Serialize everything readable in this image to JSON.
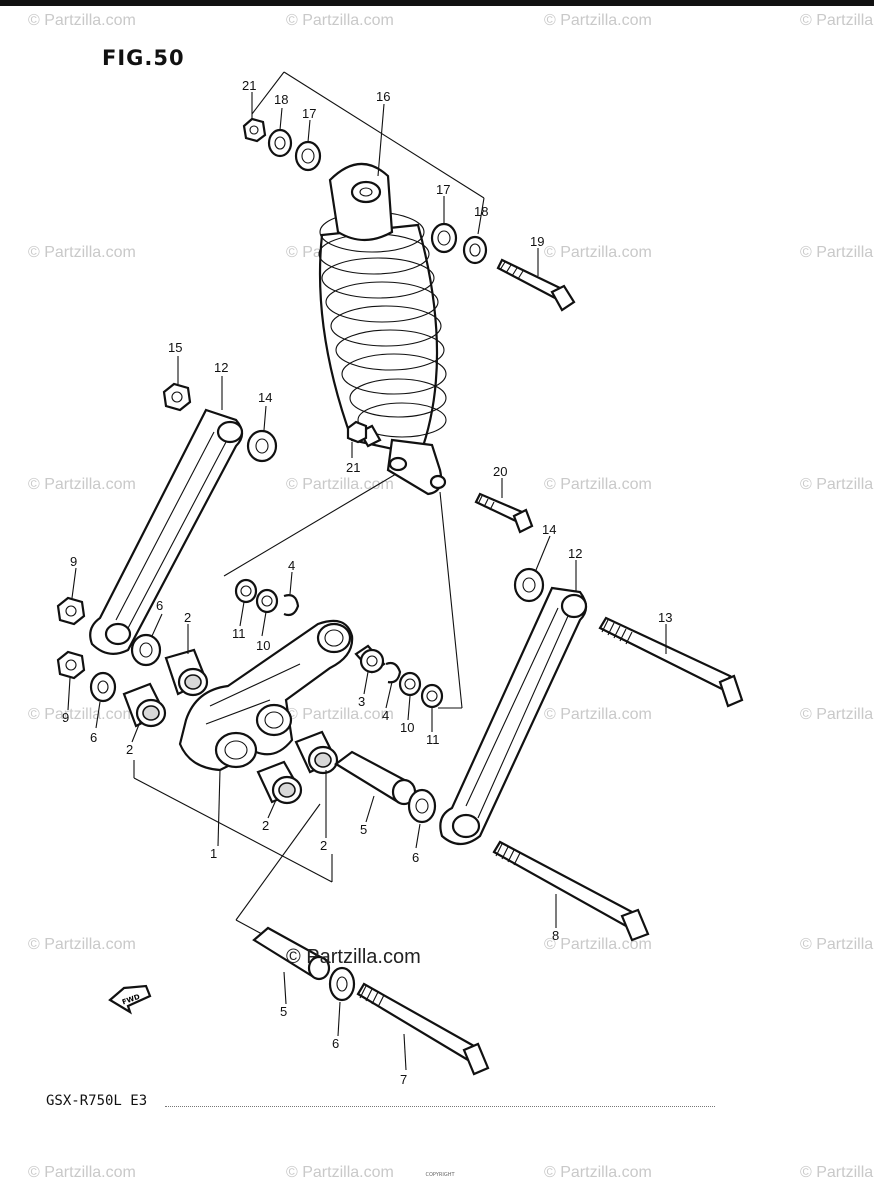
{
  "figure": {
    "title": "FIG.50"
  },
  "model_code": "GSX-R750L  E3",
  "footer_note": "COPYRIGHT",
  "watermark": {
    "text": "© Partzilla.com",
    "main_text": "© Partzilla.com"
  },
  "fwd_label": "FWD",
  "callouts": [
    {
      "id": "c21a",
      "text": "21"
    },
    {
      "id": "c18a",
      "text": "18"
    },
    {
      "id": "c17a",
      "text": "17"
    },
    {
      "id": "c16",
      "text": "16"
    },
    {
      "id": "c17b",
      "text": "17"
    },
    {
      "id": "c18b",
      "text": "18"
    },
    {
      "id": "c19",
      "text": "19"
    },
    {
      "id": "c15",
      "text": "15"
    },
    {
      "id": "c12a",
      "text": "12"
    },
    {
      "id": "c14a",
      "text": "14"
    },
    {
      "id": "c21b",
      "text": "21"
    },
    {
      "id": "c20",
      "text": "20"
    },
    {
      "id": "c14b",
      "text": "14"
    },
    {
      "id": "c12b",
      "text": "12"
    },
    {
      "id": "c9a",
      "text": "9"
    },
    {
      "id": "c4a",
      "text": "4"
    },
    {
      "id": "c6a",
      "text": "6"
    },
    {
      "id": "c2a",
      "text": "2"
    },
    {
      "id": "c11a",
      "text": "11"
    },
    {
      "id": "c10a",
      "text": "10"
    },
    {
      "id": "c13",
      "text": "13"
    },
    {
      "id": "c9b",
      "text": "9"
    },
    {
      "id": "c3",
      "text": "3"
    },
    {
      "id": "c4b",
      "text": "4"
    },
    {
      "id": "c10b",
      "text": "10"
    },
    {
      "id": "c11b",
      "text": "11"
    },
    {
      "id": "c6b",
      "text": "6"
    },
    {
      "id": "c2b",
      "text": "2"
    },
    {
      "id": "c1",
      "text": "1"
    },
    {
      "id": "c2c",
      "text": "2"
    },
    {
      "id": "c5a",
      "text": "5"
    },
    {
      "id": "c2d",
      "text": "2"
    },
    {
      "id": "c6c",
      "text": "6"
    },
    {
      "id": "c8",
      "text": "8"
    },
    {
      "id": "c5b",
      "text": "5"
    },
    {
      "id": "c6d",
      "text": "6"
    },
    {
      "id": "c7",
      "text": "7"
    }
  ]
}
